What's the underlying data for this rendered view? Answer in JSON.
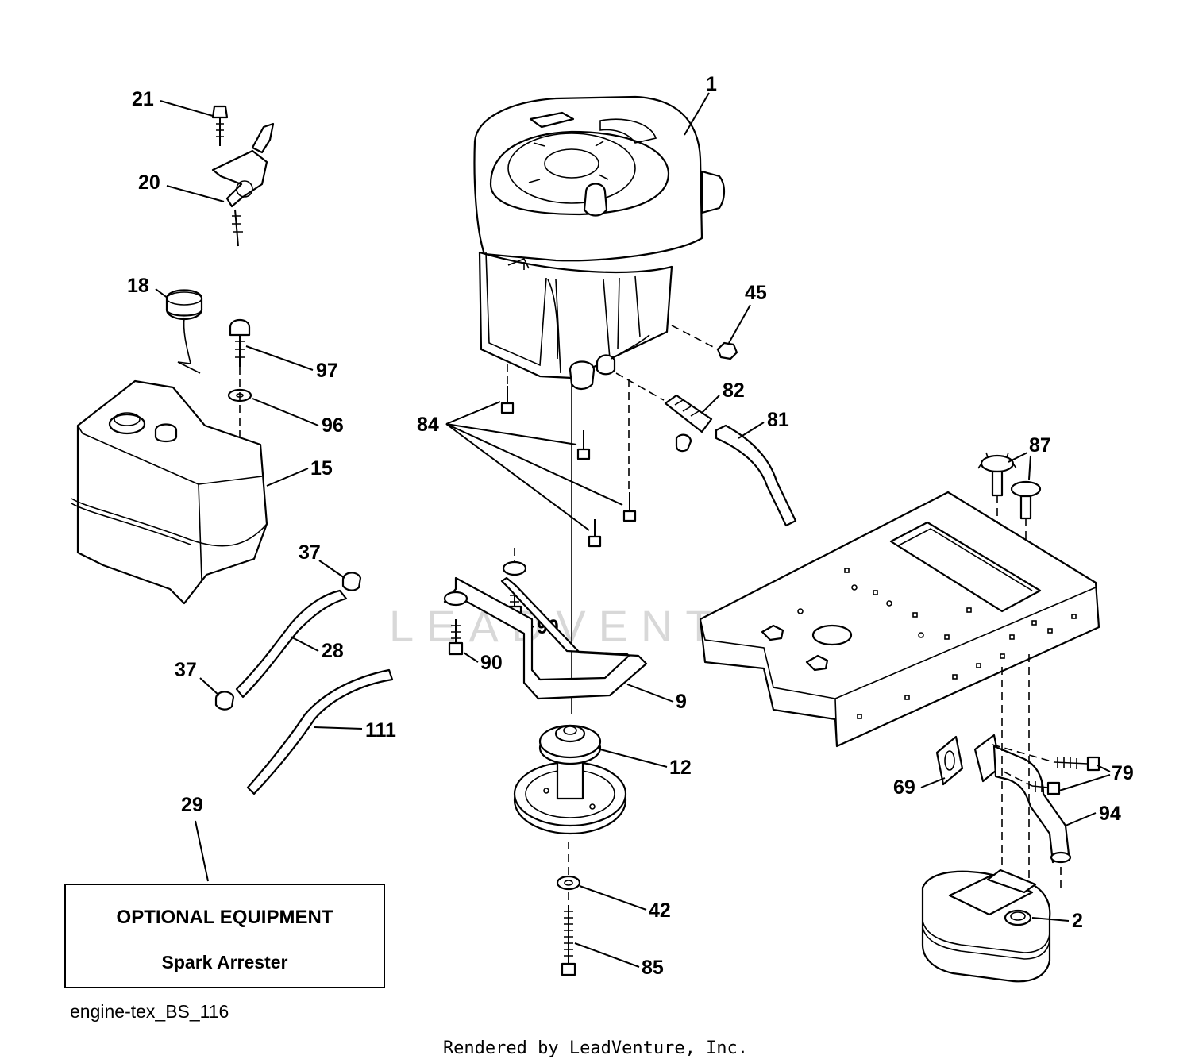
{
  "diagram": {
    "watermark": "LEADVENTURE",
    "callouts": [
      {
        "id": "1",
        "text": "1"
      },
      {
        "id": "21",
        "text": "21"
      },
      {
        "id": "20",
        "text": "20"
      },
      {
        "id": "18",
        "text": "18"
      },
      {
        "id": "97",
        "text": "97"
      },
      {
        "id": "96",
        "text": "96"
      },
      {
        "id": "15",
        "text": "15"
      },
      {
        "id": "45",
        "text": "45"
      },
      {
        "id": "82",
        "text": "82"
      },
      {
        "id": "81",
        "text": "81"
      },
      {
        "id": "84",
        "text": "84"
      },
      {
        "id": "87",
        "text": "87"
      },
      {
        "id": "37a",
        "text": "37"
      },
      {
        "id": "28",
        "text": "28"
      },
      {
        "id": "37b",
        "text": "37"
      },
      {
        "id": "90a",
        "text": "90"
      },
      {
        "id": "90b",
        "text": "90"
      },
      {
        "id": "9",
        "text": "9"
      },
      {
        "id": "111",
        "text": "111"
      },
      {
        "id": "12",
        "text": "12"
      },
      {
        "id": "79",
        "text": "79"
      },
      {
        "id": "69",
        "text": "69"
      },
      {
        "id": "94",
        "text": "94"
      },
      {
        "id": "29",
        "text": "29"
      },
      {
        "id": "42",
        "text": "42"
      },
      {
        "id": "2",
        "text": "2"
      },
      {
        "id": "85",
        "text": "85"
      }
    ],
    "optional_box": {
      "title": "OPTIONAL EQUIPMENT",
      "item": "Spark Arrester"
    },
    "diagram_code": "engine-tex_BS_116",
    "footer": "Rendered by LeadVenture, Inc."
  }
}
